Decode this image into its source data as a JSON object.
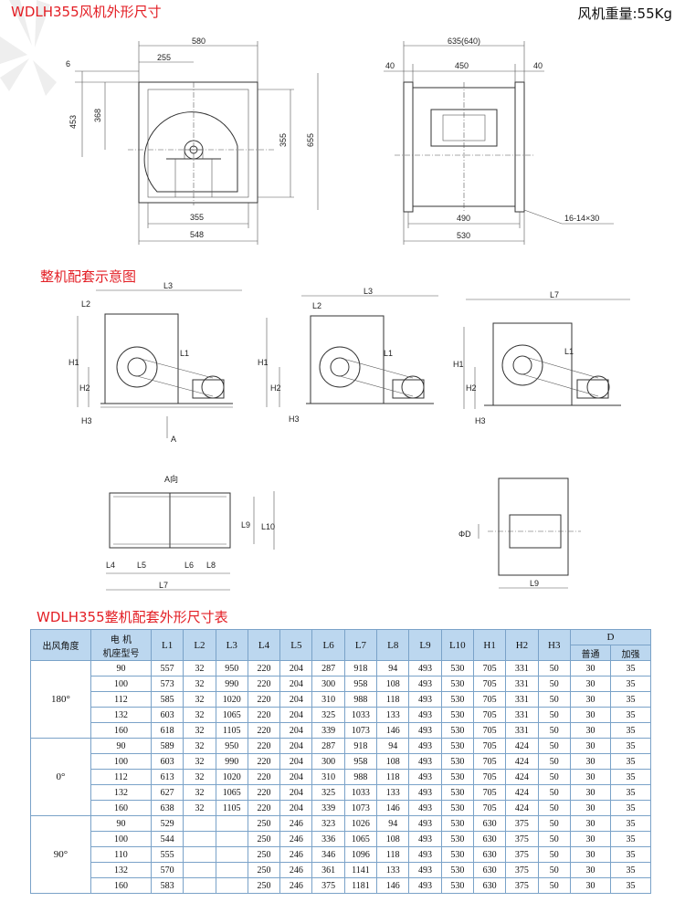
{
  "header": {
    "title": "WDLH355风机外形尺寸",
    "weight": "风机重量:55Kg"
  },
  "section2": {
    "title": "整机配套示意图"
  },
  "section3": {
    "title": "WDLH355整机配套外形尺寸表"
  },
  "drawing1": {
    "dims": [
      "580",
      "255",
      "6",
      "453",
      "368",
      "355",
      "655",
      "355",
      "548"
    ]
  },
  "drawing2": {
    "dims": [
      "635(640)",
      "40",
      "450",
      "40",
      "490",
      "530",
      "16-14×30"
    ]
  },
  "drawing3": {
    "labels": [
      "L3",
      "L2",
      "H1",
      "H2",
      "H3",
      "L1",
      "A"
    ]
  },
  "drawing4": {
    "labels": [
      "L3",
      "L2",
      "H1",
      "H2",
      "H3",
      "L1"
    ]
  },
  "drawing5": {
    "labels": [
      "L7",
      "H1",
      "H2",
      "H3",
      "L1"
    ]
  },
  "drawing6": {
    "title": "A向",
    "labels": [
      "L9",
      "L10",
      "L4",
      "L5",
      "L6",
      "L8",
      "L7"
    ]
  },
  "drawing7": {
    "labels": [
      "ΦD",
      "L9"
    ]
  },
  "table": {
    "headers": {
      "angle": "出风角度",
      "motor1": "电  机",
      "motor2": "机座型号",
      "cols": [
        "L1",
        "L2",
        "L3",
        "L4",
        "L5",
        "L6",
        "L7",
        "L8",
        "L9",
        "L10",
        "H1",
        "H2",
        "H3"
      ],
      "d": "D",
      "d1": "普通",
      "d2": "加强"
    },
    "groups": [
      {
        "angle": "180°",
        "rows": [
          [
            "90",
            "557",
            "32",
            "950",
            "220",
            "204",
            "287",
            "918",
            "94",
            "493",
            "530",
            "705",
            "331",
            "50",
            "30",
            "35"
          ],
          [
            "100",
            "573",
            "32",
            "990",
            "220",
            "204",
            "300",
            "958",
            "108",
            "493",
            "530",
            "705",
            "331",
            "50",
            "30",
            "35"
          ],
          [
            "112",
            "585",
            "32",
            "1020",
            "220",
            "204",
            "310",
            "988",
            "118",
            "493",
            "530",
            "705",
            "331",
            "50",
            "30",
            "35"
          ],
          [
            "132",
            "603",
            "32",
            "1065",
            "220",
            "204",
            "325",
            "1033",
            "133",
            "493",
            "530",
            "705",
            "331",
            "50",
            "30",
            "35"
          ],
          [
            "160",
            "618",
            "32",
            "1105",
            "220",
            "204",
            "339",
            "1073",
            "146",
            "493",
            "530",
            "705",
            "331",
            "50",
            "30",
            "35"
          ]
        ]
      },
      {
        "angle": "0°",
        "rows": [
          [
            "90",
            "589",
            "32",
            "950",
            "220",
            "204",
            "287",
            "918",
            "94",
            "493",
            "530",
            "705",
            "424",
            "50",
            "30",
            "35"
          ],
          [
            "100",
            "603",
            "32",
            "990",
            "220",
            "204",
            "300",
            "958",
            "108",
            "493",
            "530",
            "705",
            "424",
            "50",
            "30",
            "35"
          ],
          [
            "112",
            "613",
            "32",
            "1020",
            "220",
            "204",
            "310",
            "988",
            "118",
            "493",
            "530",
            "705",
            "424",
            "50",
            "30",
            "35"
          ],
          [
            "132",
            "627",
            "32",
            "1065",
            "220",
            "204",
            "325",
            "1033",
            "133",
            "493",
            "530",
            "705",
            "424",
            "50",
            "30",
            "35"
          ],
          [
            "160",
            "638",
            "32",
            "1105",
            "220",
            "204",
            "339",
            "1073",
            "146",
            "493",
            "530",
            "705",
            "424",
            "50",
            "30",
            "35"
          ]
        ]
      },
      {
        "angle": "90°",
        "rows": [
          [
            "90",
            "529",
            "",
            "",
            "250",
            "246",
            "323",
            "1026",
            "94",
            "493",
            "530",
            "630",
            "375",
            "50",
            "30",
            "35"
          ],
          [
            "100",
            "544",
            "",
            "",
            "250",
            "246",
            "336",
            "1065",
            "108",
            "493",
            "530",
            "630",
            "375",
            "50",
            "30",
            "35"
          ],
          [
            "110",
            "555",
            "",
            "",
            "250",
            "246",
            "346",
            "1096",
            "118",
            "493",
            "530",
            "630",
            "375",
            "50",
            "30",
            "35"
          ],
          [
            "132",
            "570",
            "",
            "",
            "250",
            "246",
            "361",
            "1141",
            "133",
            "493",
            "530",
            "630",
            "375",
            "50",
            "30",
            "35"
          ],
          [
            "160",
            "583",
            "",
            "",
            "250",
            "246",
            "375",
            "1181",
            "146",
            "493",
            "530",
            "630",
            "375",
            "50",
            "30",
            "35"
          ]
        ]
      }
    ]
  }
}
